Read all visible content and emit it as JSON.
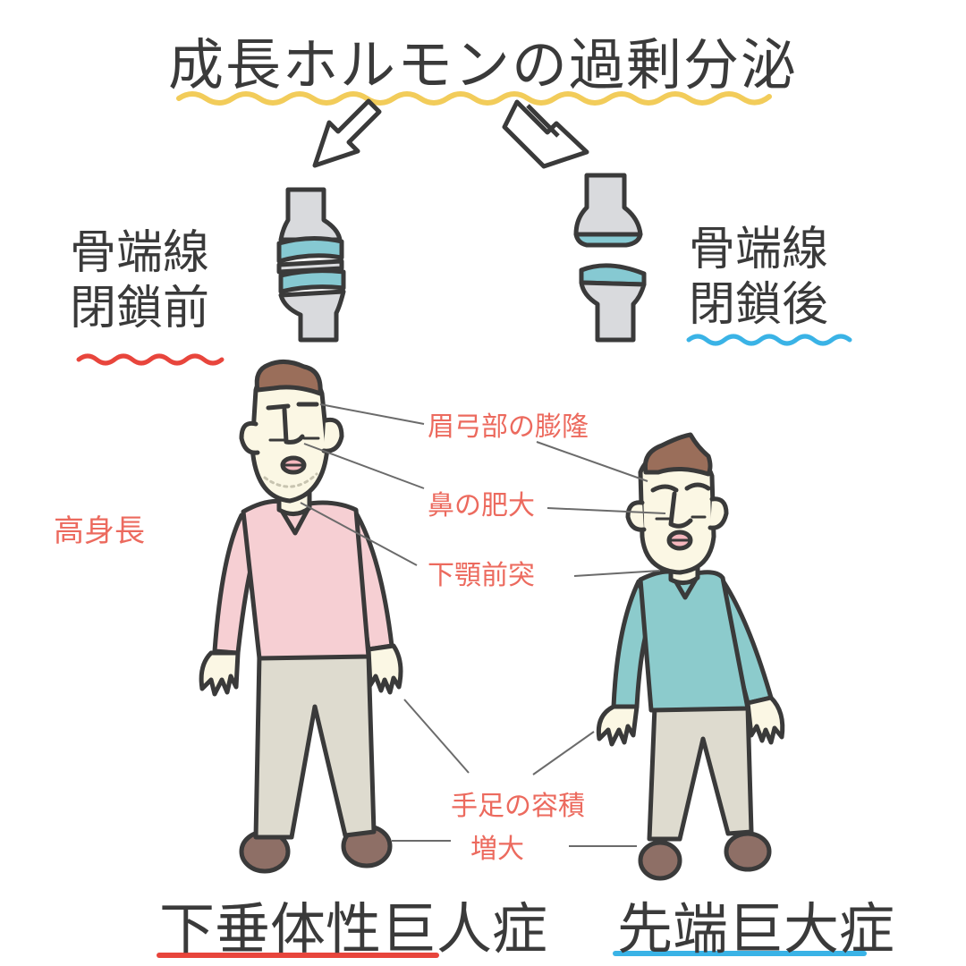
{
  "title": "成長ホルモンの過剰分泌",
  "left": {
    "plate_line1": "骨端線",
    "plate_line2": "閉鎖前",
    "tall_label": "高身長",
    "disease": "下垂体性巨人症"
  },
  "right": {
    "plate_line1": "骨端線",
    "plate_line2": "閉鎖後",
    "disease": "先端巨大症"
  },
  "features": {
    "brow": "眉弓部の膨隆",
    "nose": "鼻の肥大",
    "jaw": "下顎前突",
    "limbs_line1": "手足の容積",
    "limbs_line2": "増大"
  },
  "colors": {
    "ink": "#3a3a3a",
    "title_underline": "#f2cc5a",
    "left_underline": "#e8453c",
    "right_underline": "#3ab3e6",
    "feature_text": "#ec6a5e",
    "cartilage": "#86c9d2",
    "bone": "#d9dadd",
    "pink_shirt": "#f6cfd3",
    "teal_shirt": "#8ccbcc",
    "pants": "#dedbcf",
    "skin": "#fbf7e4",
    "hair": "#9a6e5a",
    "shoes": "#8e6f66",
    "leader_line": "#6b6b6b"
  }
}
